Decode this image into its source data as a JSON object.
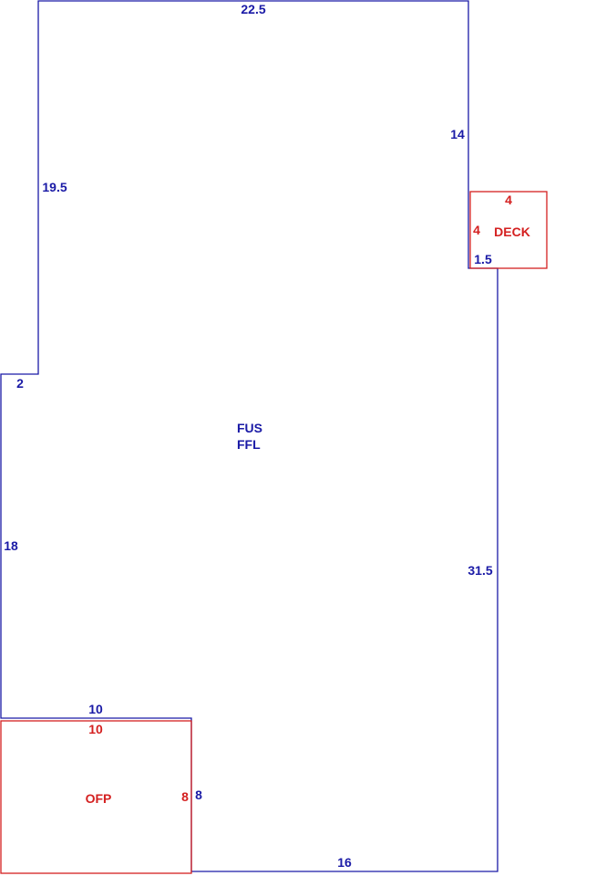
{
  "colors": {
    "main_outline": "#1a1aa6",
    "addition_outline": "#d42020",
    "background": "#ffffff"
  },
  "main_area": {
    "label_line1": "FUS",
    "label_line2": "FFL",
    "dimensions": {
      "top": "22.5",
      "right_upper": "14",
      "deck_step": "1.5",
      "right_lower": "31.5",
      "bottom": "16",
      "ofp_right": "8",
      "ofp_top": "10",
      "left_lower": "18",
      "step": "2",
      "left_upper": "19.5"
    }
  },
  "deck": {
    "label": "DECK",
    "width": "4",
    "depth": "4"
  },
  "ofp": {
    "label": "OFP",
    "width": "10",
    "depth": "8"
  }
}
